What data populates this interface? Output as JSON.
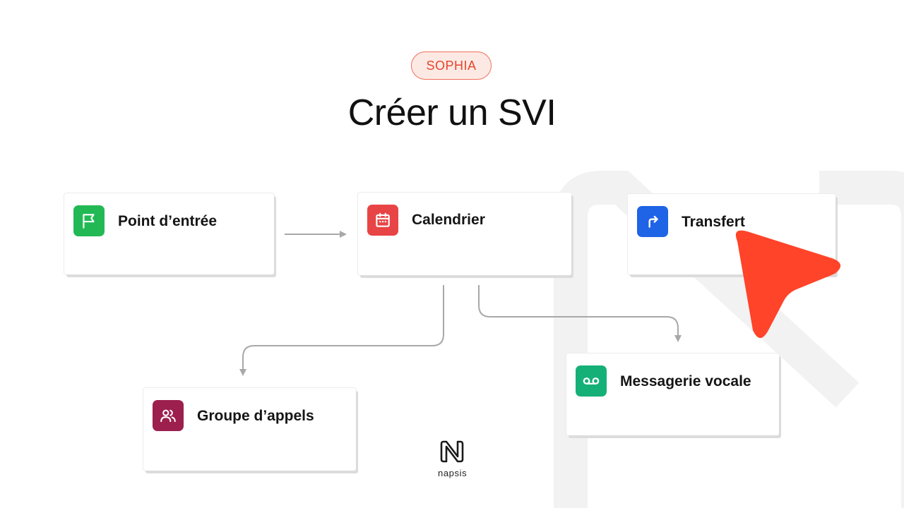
{
  "badge": "SOPHIA",
  "title": "Créer un SVI",
  "brand": "napsis",
  "nodes": {
    "entry": {
      "label": "Point d’entrée",
      "icon": "flag-icon",
      "color": "#22b955"
    },
    "calendar": {
      "label": "Calendrier",
      "icon": "calendar-icon",
      "color": "#e84445"
    },
    "transfer": {
      "label": "Transfert",
      "icon": "arrow-turn-right-icon",
      "color": "#1f63e6"
    },
    "voicemail": {
      "label": "Messagerie vocale",
      "icon": "voicemail-icon",
      "color": "#14b078"
    },
    "group": {
      "label": "Groupe d’appels",
      "icon": "users-icon",
      "color": "#9c1f4e"
    }
  },
  "colors": {
    "accent": "#ff4429",
    "badge_text": "#e5452d",
    "badge_bg": "#fde9e4",
    "connector": "#a8a8a8"
  }
}
